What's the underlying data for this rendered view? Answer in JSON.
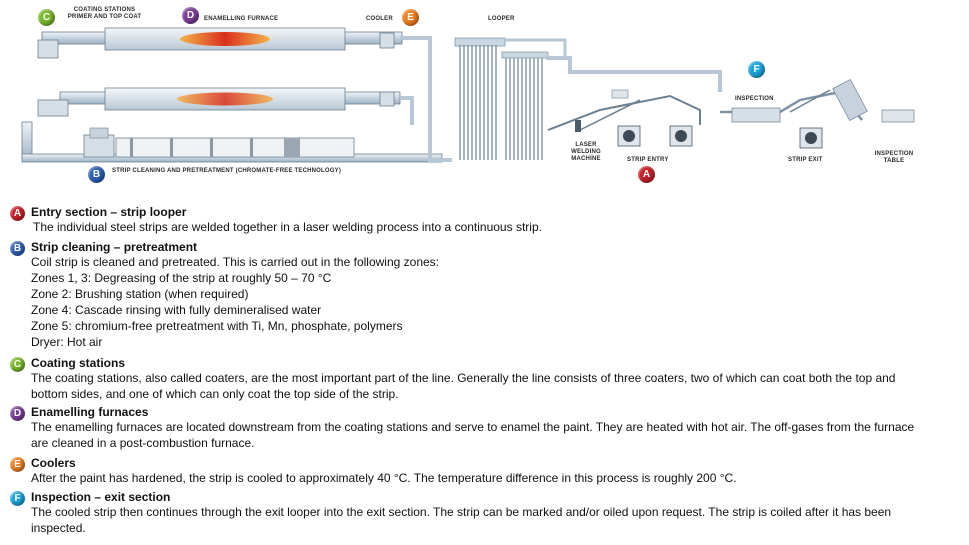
{
  "diagram": {
    "labels": {
      "coating_stations": "COATING STATIONS",
      "primer_top": "PRIMER AND TOP COAT",
      "enamelling_furnace": "ENAMELLING FURNACE",
      "cooler": "COOLER",
      "looper": "LOOPER",
      "inspection": "INSPECTION",
      "laser_welding_1": "LASER",
      "laser_welding_2": "WELDING",
      "laser_welding_3": "MACHINE",
      "strip_entry": "STRIP ENTRY",
      "strip_exit": "STRIP EXIT",
      "inspection_table_1": "INSPECTION",
      "inspection_table_2": "TABLE",
      "strip_cleaning": "STRIP CLEANING AND PRETREATMENT (CHROMATE-FREE TECHNOLOGY)"
    },
    "badges": {
      "A": "A",
      "B": "B",
      "C": "C",
      "D": "D",
      "E": "E",
      "F": "F"
    },
    "colors": {
      "pipe": "#c9d7e3",
      "pipe_edge": "#6c8192",
      "hot": "#e8421e",
      "hot_mid": "#f39a3a",
      "furnace_fill": "#d6dee6"
    }
  },
  "sections": [
    {
      "badge": "A",
      "title": "Entry section – strip looper",
      "lines": [
        "The individual steel strips are welded together in a laser welding process into a continuous strip."
      ]
    },
    {
      "badge": "B",
      "title": "Strip cleaning – pretreatment",
      "lines": [
        "Coil strip is cleaned and pretreated. This is carried out in the following zones:",
        "Zones 1, 3: Degreasing of the strip at roughly 50 – 70 °C",
        "Zone 2: Brushing station (when required)",
        "Zone 4: Cascade rinsing with fully demineralised water",
        "Zone 5: chromium-free pretreatment with Ti, Mn, phosphate, polymers",
        "Dryer: Hot air"
      ]
    },
    {
      "badge": "C",
      "title": "Coating stations",
      "lines": [
        "The coating stations, also called coaters, are the most important part of the line. Generally the line consists of three coaters, two of which can coat both the top and",
        "bottom sides, and one of which can only coat the top side of the strip."
      ]
    },
    {
      "badge": "D",
      "title": "Enamelling furnaces",
      "lines": [
        "The enamelling furnaces are located downstream from the coating stations and serve to enamel the paint. They are heated with hot air. The off-gases from the furnace",
        "are cleaned in a post-combustion furnace."
      ]
    },
    {
      "badge": "E",
      "title": "Coolers",
      "lines": [
        "After the paint has hardened, the strip is cooled to approximately 40 °C. The temperature difference in this process is roughly 200 °C."
      ]
    },
    {
      "badge": "F",
      "title": "Inspection – exit section",
      "lines": [
        "The cooled strip then continues through the exit looper into the exit section. The strip can be marked and/or oiled upon request. The strip is coiled after it has been",
        "inspected."
      ]
    }
  ]
}
